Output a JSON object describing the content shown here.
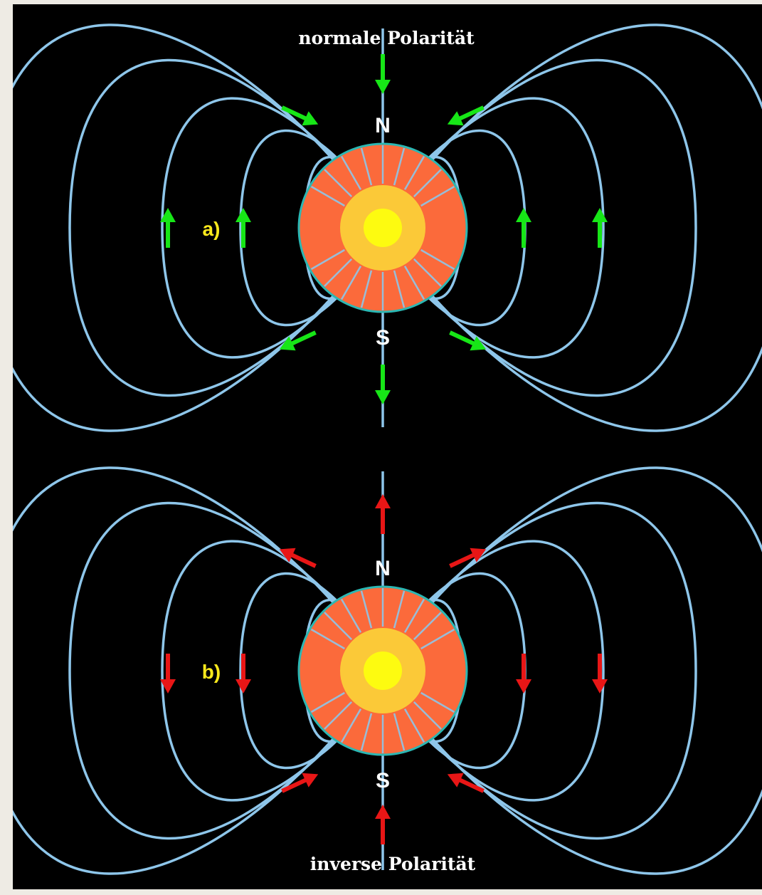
{
  "diagram": {
    "top_panel": {
      "label": "a)",
      "title": "normale  Polarität",
      "north_label": "N",
      "south_label": "S",
      "arrow_color": "#17e617"
    },
    "bottom_panel": {
      "label": "b)",
      "title": "inverse  Polarität",
      "north_label": "N",
      "south_label": "S",
      "arrow_color": "#e81616"
    },
    "colors": {
      "page_background": "#eeebe4",
      "diagram_background": "#000000",
      "field_line": "#8ec6ea",
      "mantle": "#fb6a3b",
      "outer_core": "#fbc938",
      "inner_core": "#fdfb10",
      "panel_label": "#fbe91c",
      "text": "#ffffff"
    }
  }
}
